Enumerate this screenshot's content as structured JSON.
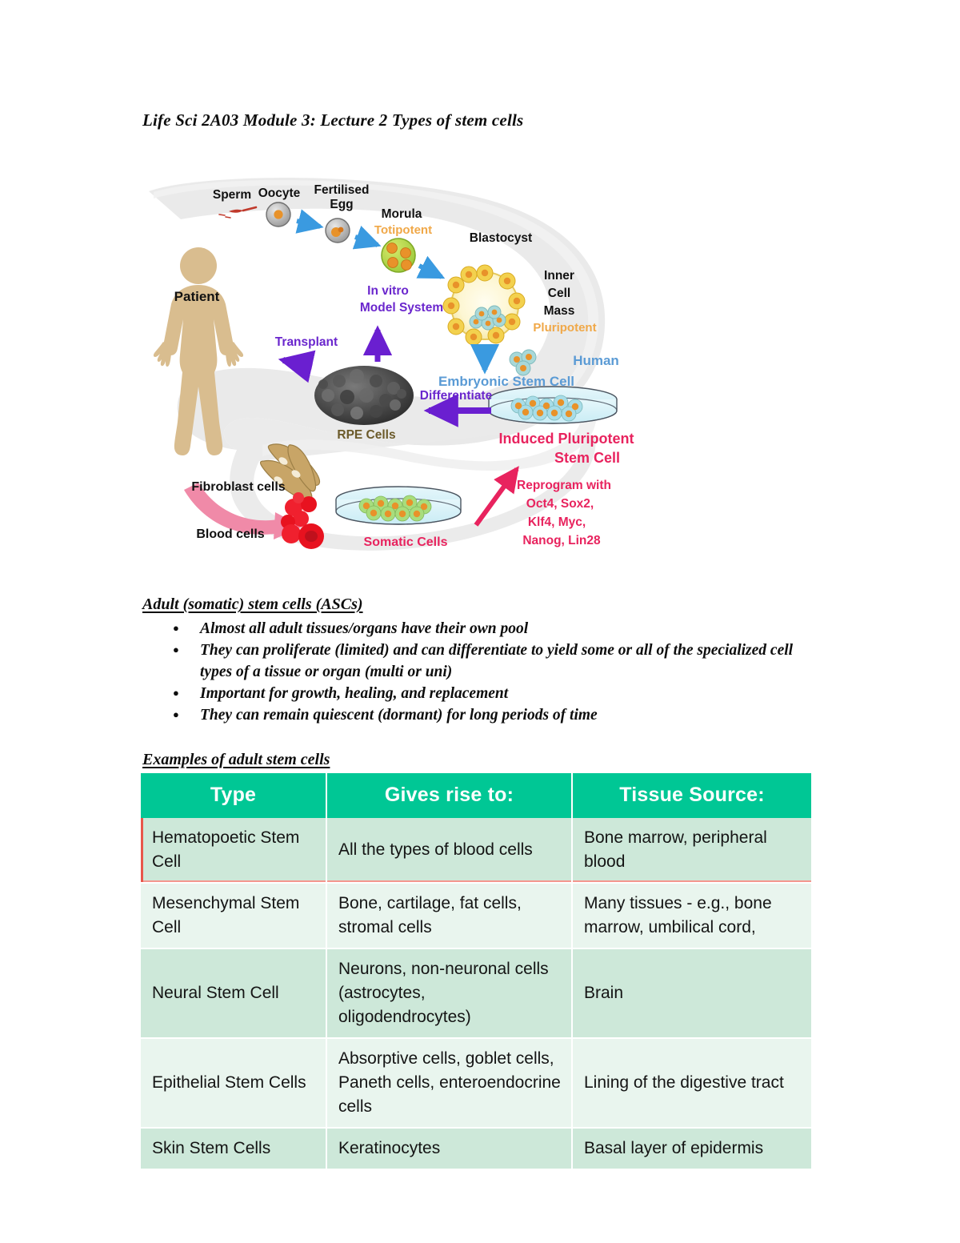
{
  "document": {
    "title": "Life Sci 2A03 Module 3: Lecture 2 Types of stem cells"
  },
  "figure": {
    "name": "stem-cell-pluripotency-diagram",
    "labels": {
      "sperm": "Sperm",
      "oocyte": "Oocyte",
      "fertilised_egg_line1": "Fertilised",
      "fertilised_egg_line2": "Egg",
      "morula": "Morula",
      "totipotent": "Totipotent",
      "blastocyst": "Blastocyst",
      "inner_cell_mass_line1": "Inner",
      "inner_cell_mass_line2": "Cell",
      "inner_cell_mass_line3": "Mass",
      "pluripotent": "Pluripotent",
      "human": "Human",
      "embryonic_stem_cell": "Embryonic Stem Cell",
      "induced_pluripotent_line1": "Induced Pluripotent",
      "induced_pluripotent_line2": "Stem Cell",
      "in_vitro_line1": "In vitro",
      "in_vitro_line2": "Model System",
      "transplant": "Transplant",
      "differentiate": "Differentiate",
      "rpe_cells": "RPE Cells",
      "patient": "Patient",
      "fibroblast_cells": "Fibroblast cells",
      "blood_cells": "Blood cells",
      "somatic_cells": "Somatic Cells",
      "reprogram_line1": "Reprogram with",
      "reprogram_line2": "Oct4, Sox2,",
      "reprogram_line3": "Klf4, Myc,",
      "reprogram_line4": "Nanog, Lin28"
    },
    "colors": {
      "totipotent_text": "#f0a848",
      "pluripotent_text": "#f0a848",
      "hesc_text": "#5b9bd5",
      "ipsc_text": "#e8235e",
      "purple_text": "#6a26cd",
      "rpe_text": "#6b5a2a",
      "body_fill": "#d9bd8f",
      "blue_arrow": "#3a9ae0",
      "purple_arrow": "#6a1fd0",
      "pink_arrow": "#f08aa8",
      "red_arrow": "#e8235e",
      "swoosh": "#e6e6e6"
    }
  },
  "sections": {
    "asc": {
      "heading": "Adult (somatic) stem cells (ASCs)",
      "bullets": [
        "Almost all adult tissues/organs have their own pool",
        "They can proliferate (limited) and can differentiate to yield some or all of the specialized cell types of a tissue or organ (multi or uni)",
        "Important for growth, healing, and replacement",
        "They can remain quiescent (dormant) for long periods of time"
      ]
    },
    "examples": {
      "heading": "Examples of adult stem cells"
    }
  },
  "table": {
    "name": "adult-stem-cell-examples-table",
    "header_bg": "#00c795",
    "row_dark_bg": "#cde8d9",
    "row_light_bg": "#e9f5ee",
    "selection_accent": "#e8564a",
    "columns": [
      "Type",
      "Gives rise to:",
      "Tissue Source:"
    ],
    "rows": [
      {
        "type": "Hematopoetic Stem Cell",
        "gives_rise_to": "All the types of blood cells",
        "tissue_source": "Bone marrow, peripheral blood"
      },
      {
        "type": "Mesenchymal Stem Cell",
        "gives_rise_to": "Bone, cartilage, fat cells, stromal cells",
        "tissue_source": "Many tissues - e.g., bone marrow, umbilical cord,"
      },
      {
        "type": "Neural Stem Cell",
        "gives_rise_to": "Neurons, non-neuronal cells (astrocytes, oligodendrocytes)",
        "tissue_source": "Brain"
      },
      {
        "type": "Epithelial Stem Cells",
        "gives_rise_to": "Absorptive cells, goblet cells, Paneth cells, enteroendocrine cells",
        "tissue_source": "Lining of the digestive tract"
      },
      {
        "type": "Skin Stem Cells",
        "gives_rise_to": "Keratinocytes",
        "tissue_source": "Basal layer of epidermis"
      }
    ]
  }
}
